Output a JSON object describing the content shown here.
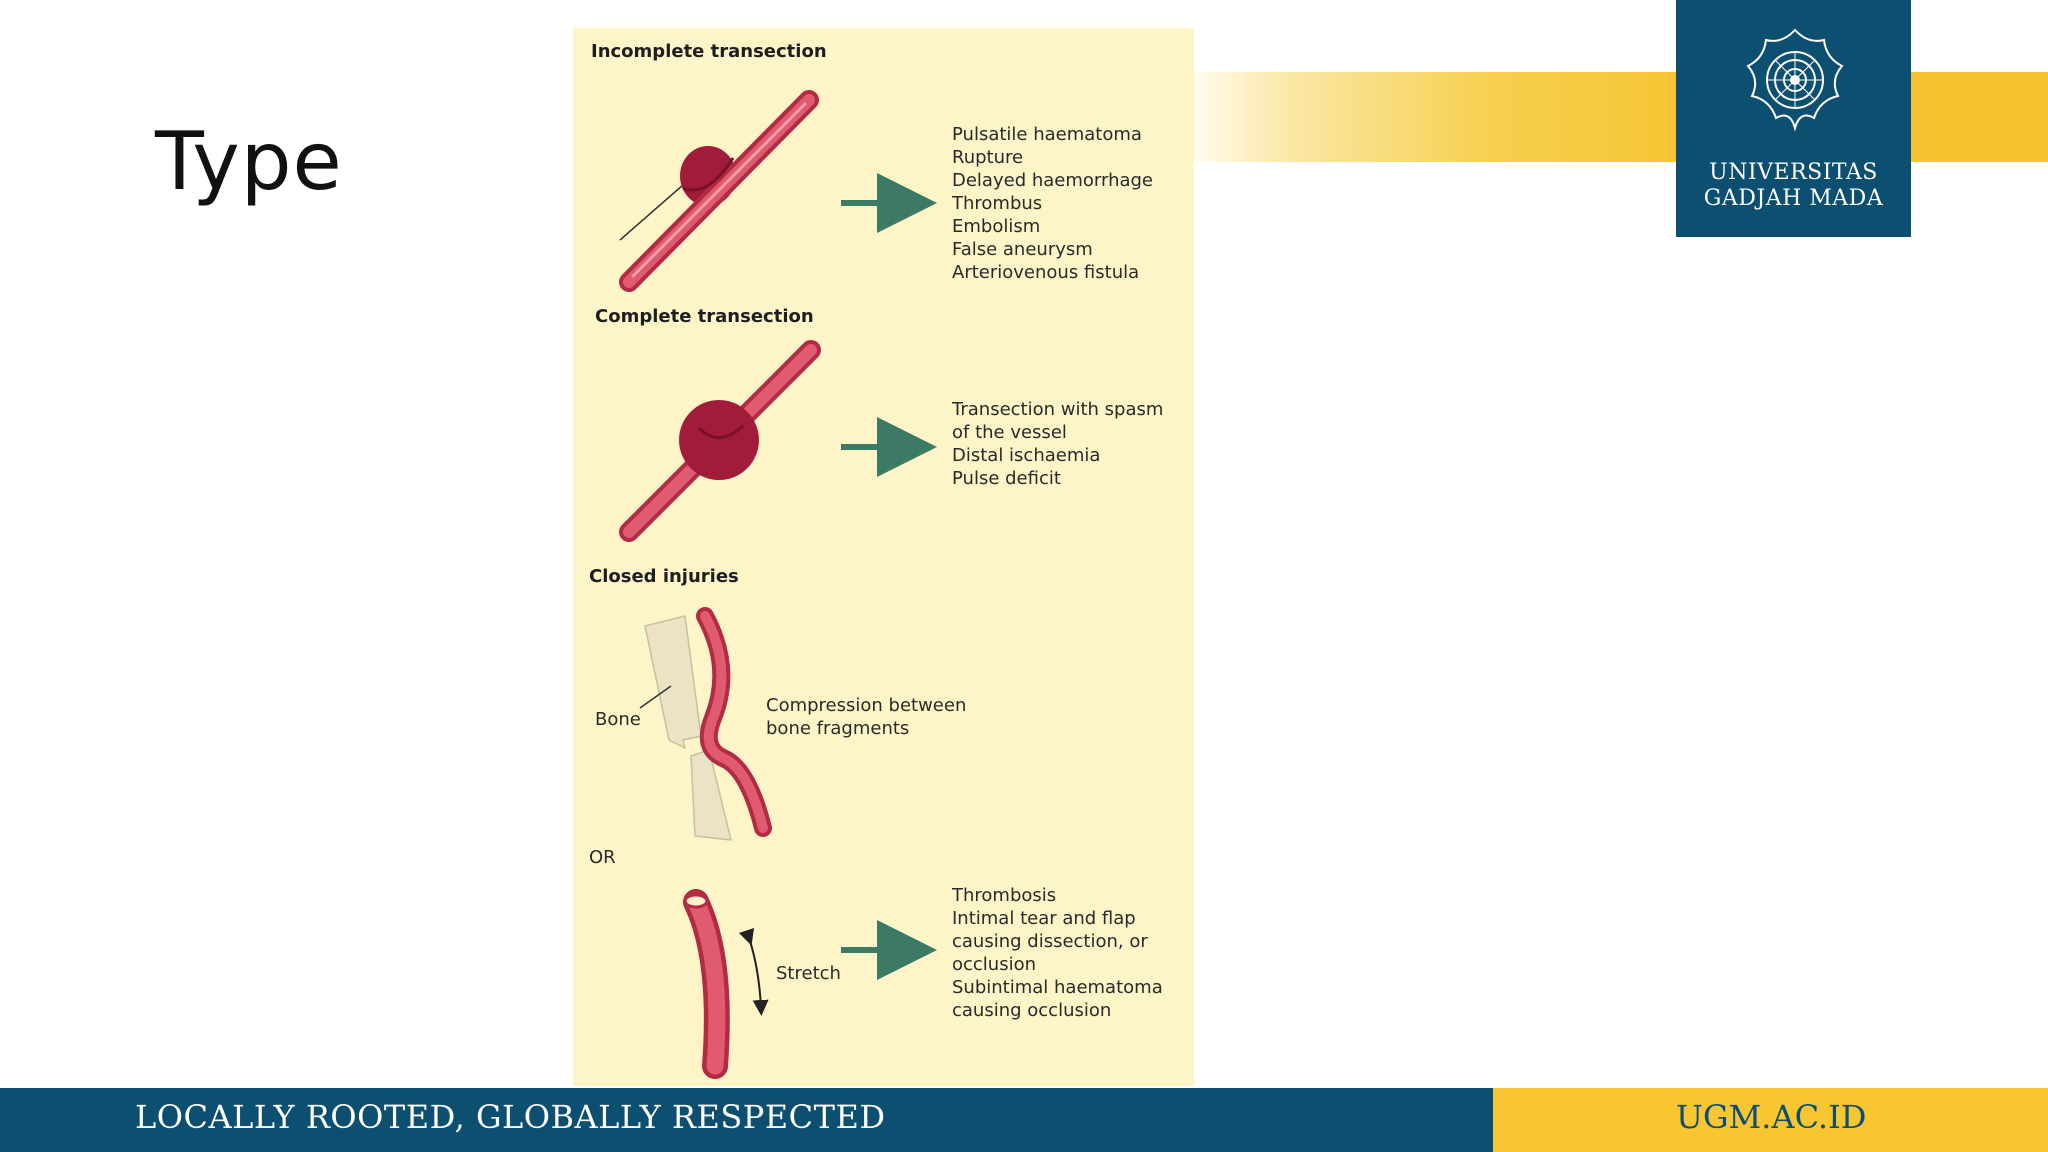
{
  "slide": {
    "title": "Type"
  },
  "branding": {
    "logo_line1": "UNIVERSITAS",
    "logo_line2": "GADJAH MADA",
    "emblem_icon": "ugm-emblem-icon",
    "tagline": "LOCALLY ROOTED, GLOBALLY RESPECTED",
    "website": "UGM.AC.ID",
    "colors": {
      "navy": "#0d4f70",
      "gold": "#f7c630",
      "panel": "#fdf4c8",
      "vessel": "#d6465e",
      "haematoma": "#a01c3a",
      "arrow": "#3d7a66"
    }
  },
  "figure": {
    "sections": [
      {
        "heading": "Incomplete transection",
        "outcomes": "Pulsatile haematoma\nRupture\nDelayed haemorrhage\nThrombus\nEmbolism\nFalse aneurysm\nArteriovenous fistula"
      },
      {
        "heading": "Complete transection",
        "outcomes": "Transection with spasm\nof the vessel\nDistal ischaemia\nPulse deficit"
      },
      {
        "heading": "Closed injuries",
        "bone_label": "Bone",
        "compression_text": "Compression between\nbone fragments",
        "or_label": "OR",
        "stretch_label": "Stretch",
        "outcomes": "Thrombosis\nIntimal tear and flap\ncausing dissection, or\nocclusion\nSubintimal haematoma\ncausing occlusion"
      }
    ]
  }
}
